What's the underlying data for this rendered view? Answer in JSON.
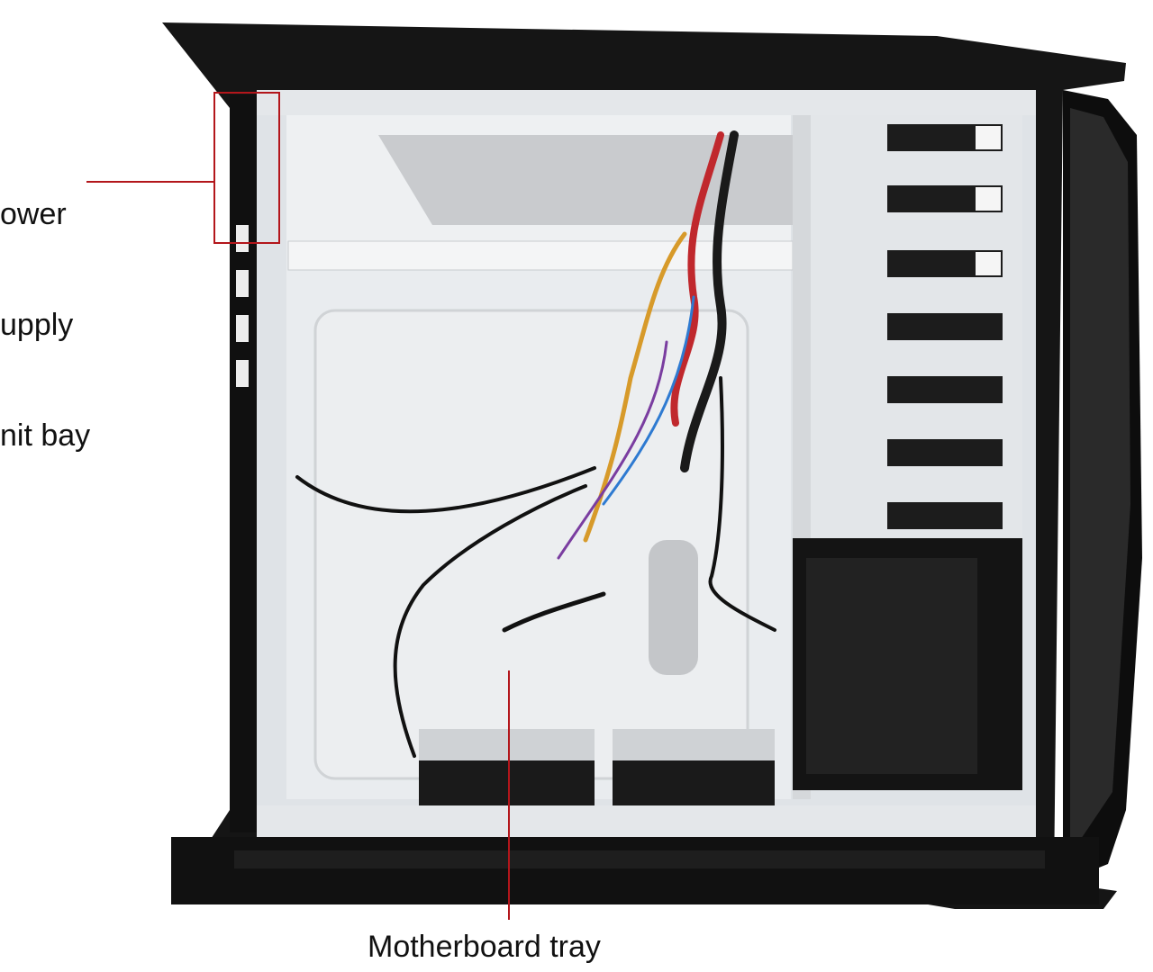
{
  "annotations": {
    "psu_bay": {
      "lines": [
        "ower",
        "upply",
        "nit bay"
      ]
    },
    "motherboard_tray": {
      "label": "Motherboard tray"
    }
  },
  "colors": {
    "callout_line": "#b3161b",
    "chassis_black": "#141414",
    "interior_white": "#e9ecef",
    "drive_tray": "#1b1b1b",
    "mesh_grey": "#c7c9cc",
    "cable_red": "#c0282d"
  }
}
